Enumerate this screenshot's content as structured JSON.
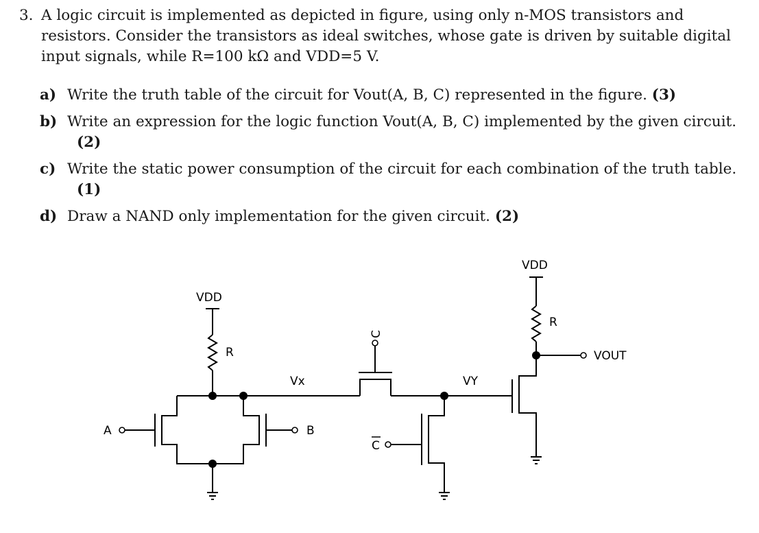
{
  "problem": {
    "number": "3.",
    "statement": "A logic circuit is implemented as depicted in figure, using only n-MOS transistors and resistors. Consider the transistors as ideal switches, whose gate is driven by suitable digital input signals, while R=100 kΩ and VDD=5 V."
  },
  "parts": [
    {
      "letter": "a)",
      "text": "Write the truth table of the circuit for Vout(A, B, C) represented in the figure.",
      "points": "(3)"
    },
    {
      "letter": "b)",
      "text": "Write an expression for the logic function Vout(A, B, C) implemented by the given circuit.",
      "points": "(2)"
    },
    {
      "letter": "c)",
      "text": "Write the static power consumption of the circuit for each combination of the truth table.",
      "points": "(1)"
    },
    {
      "letter": "d)",
      "text": "Draw a NAND only implementation for the given circuit.",
      "points": "(2)"
    }
  ],
  "circuit": {
    "vdd_left": "VDD",
    "vdd_right": "VDD",
    "r_left": "R",
    "r_right": "R",
    "node_x": "Vx",
    "node_y": "VY",
    "input_a": "A",
    "input_b": "B",
    "input_c": "C",
    "input_c_bar": "C",
    "output": "VOUT"
  }
}
